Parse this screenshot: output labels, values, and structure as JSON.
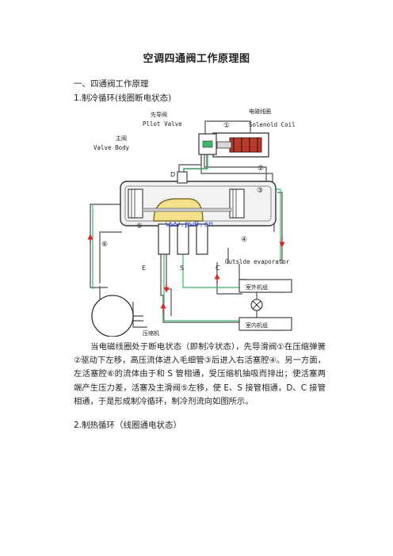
{
  "doc": {
    "title": "空调四通阀工作原理图",
    "section1": "一、四通阀工作原理",
    "sub1": "1.制冷循环(线圈断电状态)",
    "paragraph": "当电磁线圈处于断电状态（即制冷状态），先导滑阀①在压缩弹簧②驱动下左移，高压流体进入毛细管③后进入右活塞腔④。另一方面，左活塞腔⑥的流体由于和 S 管相通，受压缩机抽吸而排出；使活塞两端产生压力差，活塞及主滑阀⑤左移，使 E、S 接管相通，D、C 接管相通，于是形成制冷循环，制冷剂流向如图所示。",
    "sub2": "2.制热循环（线圈通电状态）"
  },
  "diagram": {
    "label_coil_cn": "电磁线圈",
    "label_coil_en": "Solenold Coil",
    "label_pilot_cn": "先导阀",
    "label_pilot_en": "Pllot Valve",
    "label_body_cn": "主阀",
    "label_body_en": "Valve Body",
    "watermark": "www.pw0.cn",
    "label_outside": "Outslde evaporator",
    "label_outdoor_unit": "室外机组",
    "label_indoor_unit": "室内机组",
    "label_compressor": "压缩机",
    "port_D": "D",
    "port_E": "E",
    "port_S": "S",
    "port_C": "C",
    "num_1": "①",
    "num_2": "②",
    "num_3": "③",
    "num_4": "④",
    "num_5": "⑤",
    "num_6": "⑥"
  },
  "colors": {
    "flow_green": "#3bb86a",
    "arrow_red": "#d8282a",
    "watermark_blue": "#2c46c8",
    "coil_red": "#b83a2c"
  }
}
